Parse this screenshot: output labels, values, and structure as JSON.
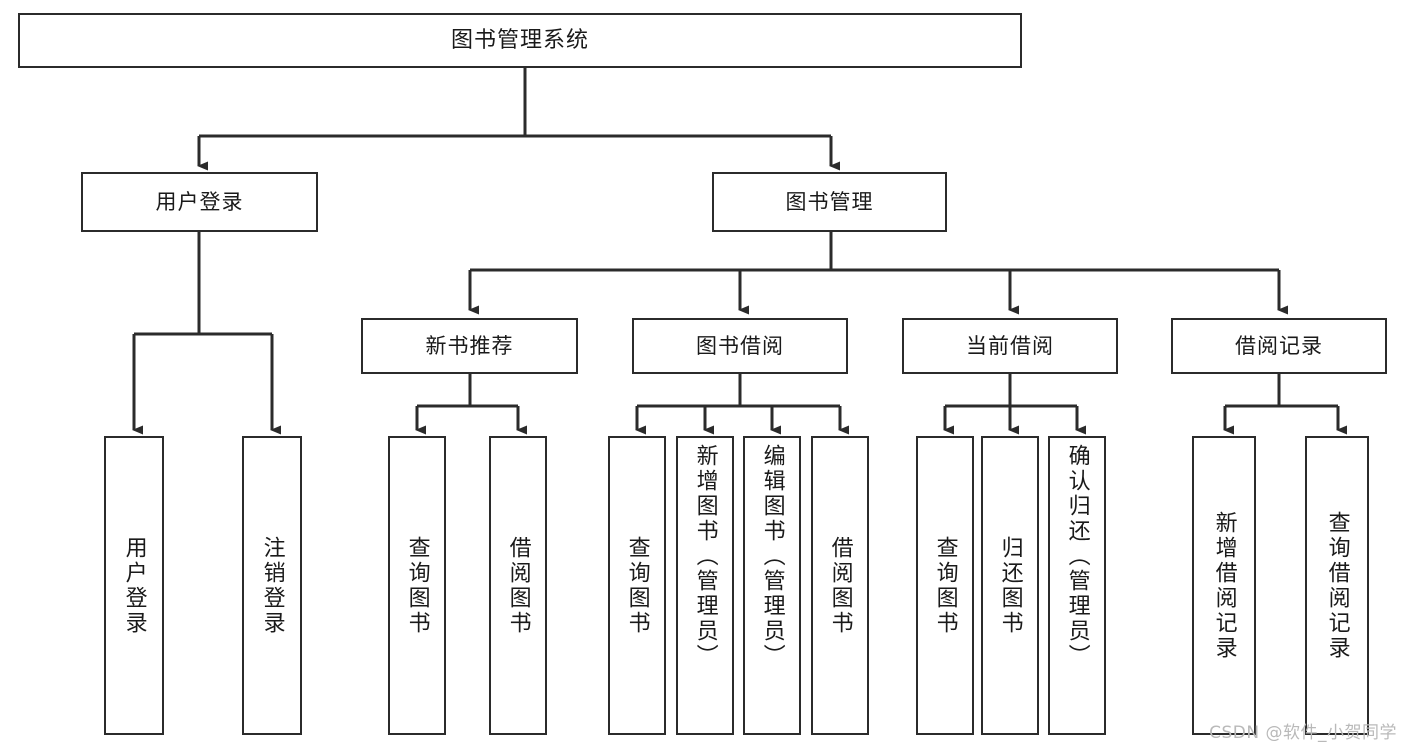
{
  "diagram": {
    "title": "图书管理系统",
    "type": "hierarchy-tree",
    "root": {
      "label": "图书管理系统"
    },
    "level2": [
      {
        "label": "用户登录"
      },
      {
        "label": "图书管理"
      }
    ],
    "level3": [
      {
        "label": "新书推荐"
      },
      {
        "label": "图书借阅"
      },
      {
        "label": "当前借阅"
      },
      {
        "label": "借阅记录"
      }
    ],
    "leaves": {
      "user_login": [
        {
          "label": "用户登录"
        },
        {
          "label": "注销登录"
        }
      ],
      "new_book": [
        {
          "label": "查询图书"
        },
        {
          "label": "借阅图书"
        }
      ],
      "borrow_book": [
        {
          "label": "查询图书"
        },
        {
          "label": "新增图书（管理员）"
        },
        {
          "label": "编辑图书（管理员）"
        },
        {
          "label": "借阅图书"
        }
      ],
      "current_borrow": [
        {
          "label": "查询图书"
        },
        {
          "label": "归还图书"
        },
        {
          "label": "确认归还（管理员）"
        }
      ],
      "borrow_record": [
        {
          "label": "新增借阅记录"
        },
        {
          "label": "查询借阅记录"
        }
      ]
    }
  },
  "watermark": {
    "text": "CSDN @软件_小贺同学"
  },
  "colors": {
    "stroke": "#2b2b2b",
    "text": "#1a1a1a",
    "background": "#ffffff",
    "watermark": "#b9b9b9"
  }
}
